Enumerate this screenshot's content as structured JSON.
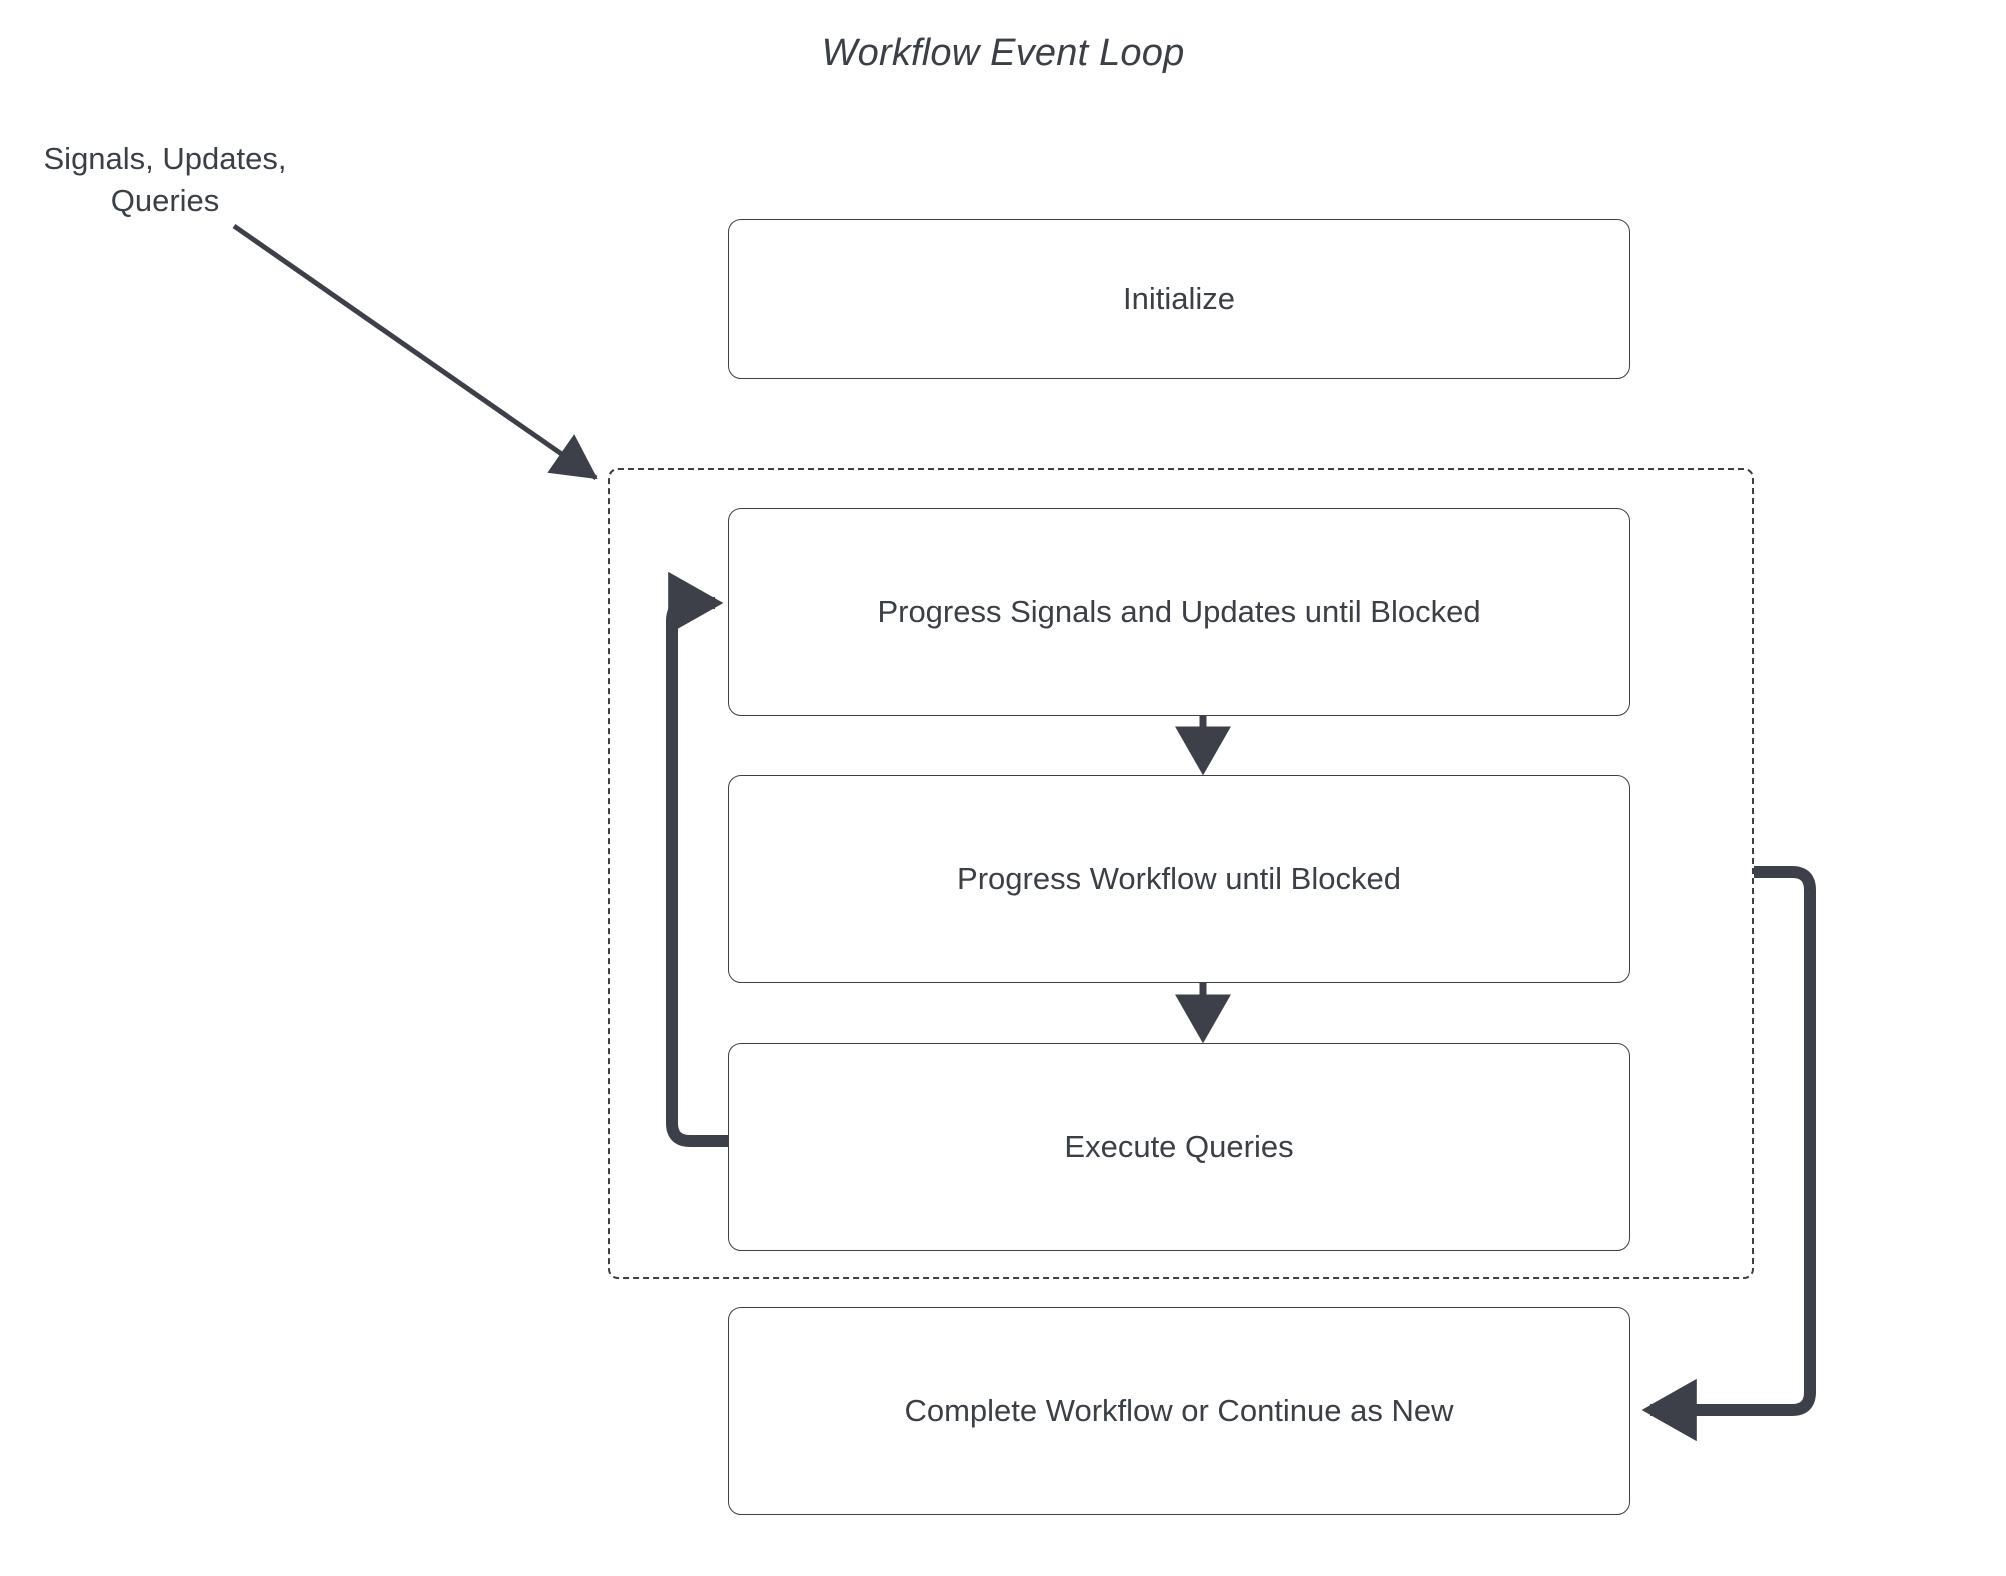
{
  "diagram": {
    "title": "Workflow Event Loop",
    "external_label": {
      "line1": "Signals, Updates,",
      "line2": "Queries"
    },
    "nodes": [
      {
        "id": "initialize",
        "label": "Initialize"
      },
      {
        "id": "progress_signals",
        "label": "Progress Signals and Updates until Blocked"
      },
      {
        "id": "progress_workflow",
        "label": "Progress Workflow until Blocked"
      },
      {
        "id": "execute_queries",
        "label": "Execute Queries"
      },
      {
        "id": "complete_workflow",
        "label": "Complete Workflow or Continue as New"
      }
    ],
    "edges": [
      {
        "id": "signals-into-loop",
        "from": "external_label",
        "to": "loop_container",
        "style": "thin-diagonal-arrow"
      },
      {
        "id": "signals-to-workflow",
        "from": "progress_signals",
        "to": "progress_workflow",
        "style": "thin-vertical-arrow"
      },
      {
        "id": "workflow-to-queries",
        "from": "progress_workflow",
        "to": "execute_queries",
        "style": "thin-vertical-arrow"
      },
      {
        "id": "queries-loop-back",
        "from": "execute_queries",
        "to": "progress_signals",
        "style": "thick-loop-arrow"
      },
      {
        "id": "loop-to-complete",
        "from": "loop_container",
        "to": "complete_workflow",
        "style": "thick-loop-arrow"
      }
    ],
    "loop_container": {
      "id": "event_loop_group",
      "border_style": "dashed"
    },
    "colors": {
      "background": "#ffffff",
      "node_border": "#3d3f46",
      "node_fill": "#ffffff",
      "text": "#3b3f46",
      "thin_edge": "#3d4049",
      "thick_edge": "#3d4049",
      "dashed_border": "#3d3f46"
    }
  }
}
